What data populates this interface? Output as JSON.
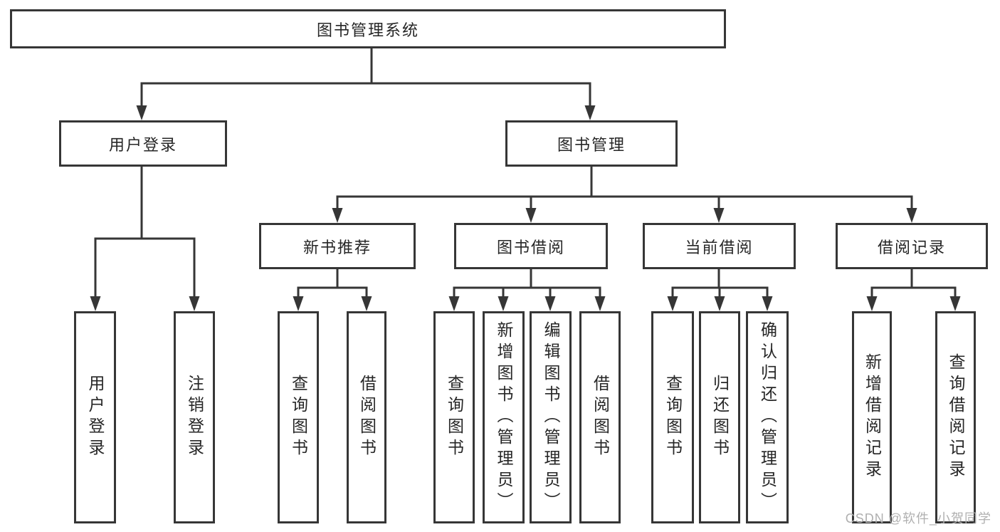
{
  "watermark": "CSDN @软件_小贺同学",
  "colors": {
    "line": "#363636",
    "text": "#262626",
    "watermark": "#b0b0b0",
    "background": "#ffffff"
  },
  "tree": {
    "label": "图书管理系统",
    "children": [
      {
        "label": "用户登录",
        "children": [
          {
            "label": "用户登录"
          },
          {
            "label": "注销登录"
          }
        ]
      },
      {
        "label": "图书管理",
        "children": [
          {
            "label": "新书推荐",
            "children": [
              {
                "label": "查询图书"
              },
              {
                "label": "借阅图书"
              }
            ]
          },
          {
            "label": "图书借阅",
            "children": [
              {
                "label": "查询图书"
              },
              {
                "label": "新增图书（管理员）"
              },
              {
                "label": "编辑图书（管理员）"
              },
              {
                "label": "借阅图书"
              }
            ]
          },
          {
            "label": "当前借阅",
            "children": [
              {
                "label": "查询图书"
              },
              {
                "label": "归还图书"
              },
              {
                "label": "确认归还（管理员）"
              }
            ]
          },
          {
            "label": "借阅记录",
            "children": [
              {
                "label": "新增借阅记录"
              },
              {
                "label": "查询借阅记录"
              }
            ]
          }
        ]
      }
    ]
  }
}
